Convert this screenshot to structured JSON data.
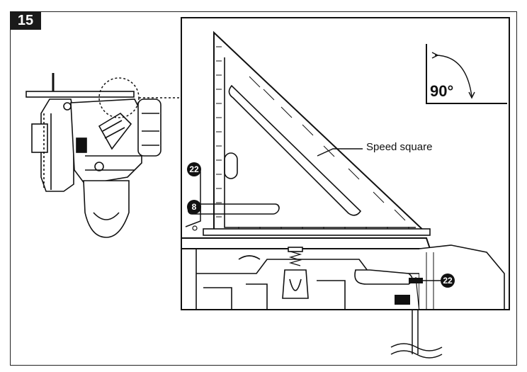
{
  "step_number": "15",
  "callouts": {
    "ref_22_left": "22",
    "ref_8": "8",
    "ref_22_right": "22"
  },
  "labels": {
    "speed_square": "Speed square",
    "angle": "90°"
  },
  "colors": {
    "ink": "#111111",
    "badge_bg": "#1a1a1a",
    "badge_text": "#ffffff"
  }
}
